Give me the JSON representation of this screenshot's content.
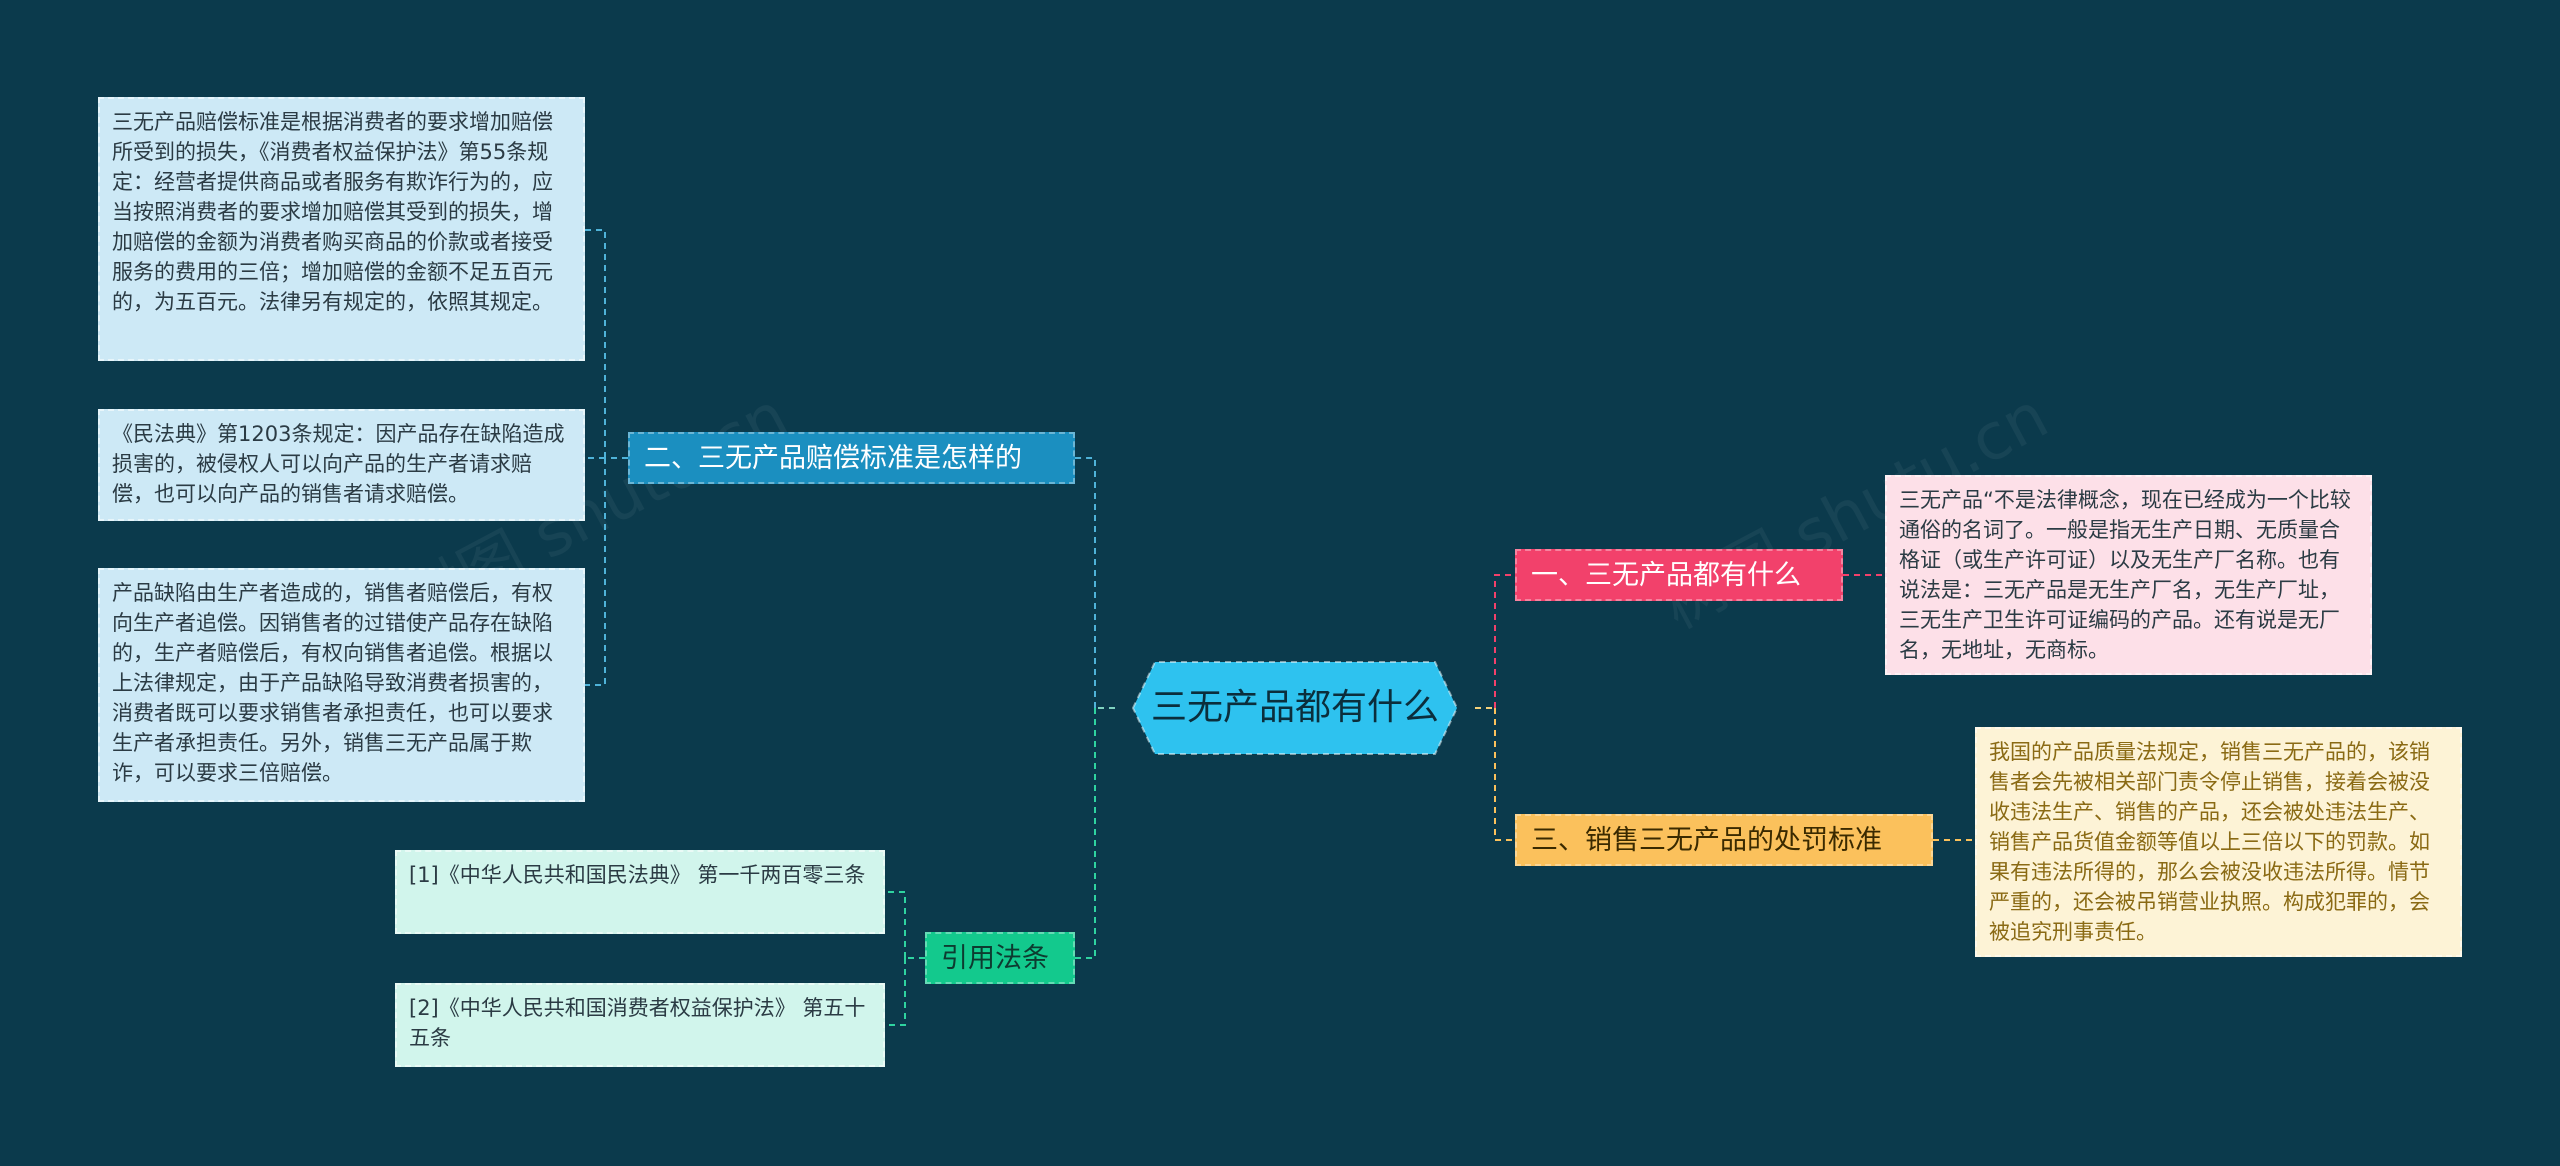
{
  "root": {
    "label": "三无产品都有什么"
  },
  "left_branches": {
    "standard": {
      "label": "二、三无产品赔偿标准是怎样的",
      "notes": [
        "三无产品赔偿标准是根据消费者的要求增加赔偿所受到的损失，《消费者权益保护法》第55条规定：经营者提供商品或者服务有欺诈行为的，应当按照消费者的要求增加赔偿其受到的损失，增加赔偿的金额为消费者购买商品的价款或者接受服务的费用的三倍；增加赔偿的金额不足五百元的，为五百元。法律另有规定的，依照其规定。",
        "《民法典》第1203条规定：因产品存在缺陷造成损害的，被侵权人可以向产品的生产者请求赔偿，也可以向产品的销售者请求赔偿。",
        "产品缺陷由生产者造成的，销售者赔偿后，有权向生产者追偿。因销售者的过错使产品存在缺陷的，生产者赔偿后，有权向销售者追偿。根据以上法律规定，由于产品缺陷导致消费者损害的，消费者既可以要求销售者承担责任，也可以要求生产者承担责任。另外，销售三无产品属于欺诈，可以要求三倍赔偿。"
      ]
    },
    "citations": {
      "label": "引用法条",
      "items": [
        "[1]《中华人民共和国民法典》 第一千两百零三条",
        "[2]《中华人民共和国消费者权益保护法》 第五十五条"
      ]
    }
  },
  "right_branches": {
    "what": {
      "label": "一、三无产品都有什么",
      "note": "三无产品“不是法律概念，现在已经成为一个比较通俗的名词了。一般是指无生产日期、无质量合格证（或生产许可证）以及无生产厂名称。也有说法是：三无产品是无生产厂名，无生产厂址，三无生产卫生许可证编码的产品。还有说是无厂名，无地址，无商标。"
    },
    "penalty": {
      "label": "三、销售三无产品的处罚标准",
      "note": "我国的产品质量法规定，销售三无产品的，该销售者会先被相关部门责令停止销售，接着会被没收违法生产、销售的产品，还会被处违法生产、销售产品货值金额等值以上三倍以下的罚款。如果有违法所得的，那么会被没收违法所得。情节严重的，还会被吊销营业执照。构成犯罪的，会被追究刑事责任。"
    }
  },
  "colors": {
    "background": "#0b3a4c",
    "root": "#2ec2ef",
    "blue": "#1b8fc0",
    "green": "#13c98d",
    "red": "#f2416b",
    "yellow": "#fbc15c"
  }
}
